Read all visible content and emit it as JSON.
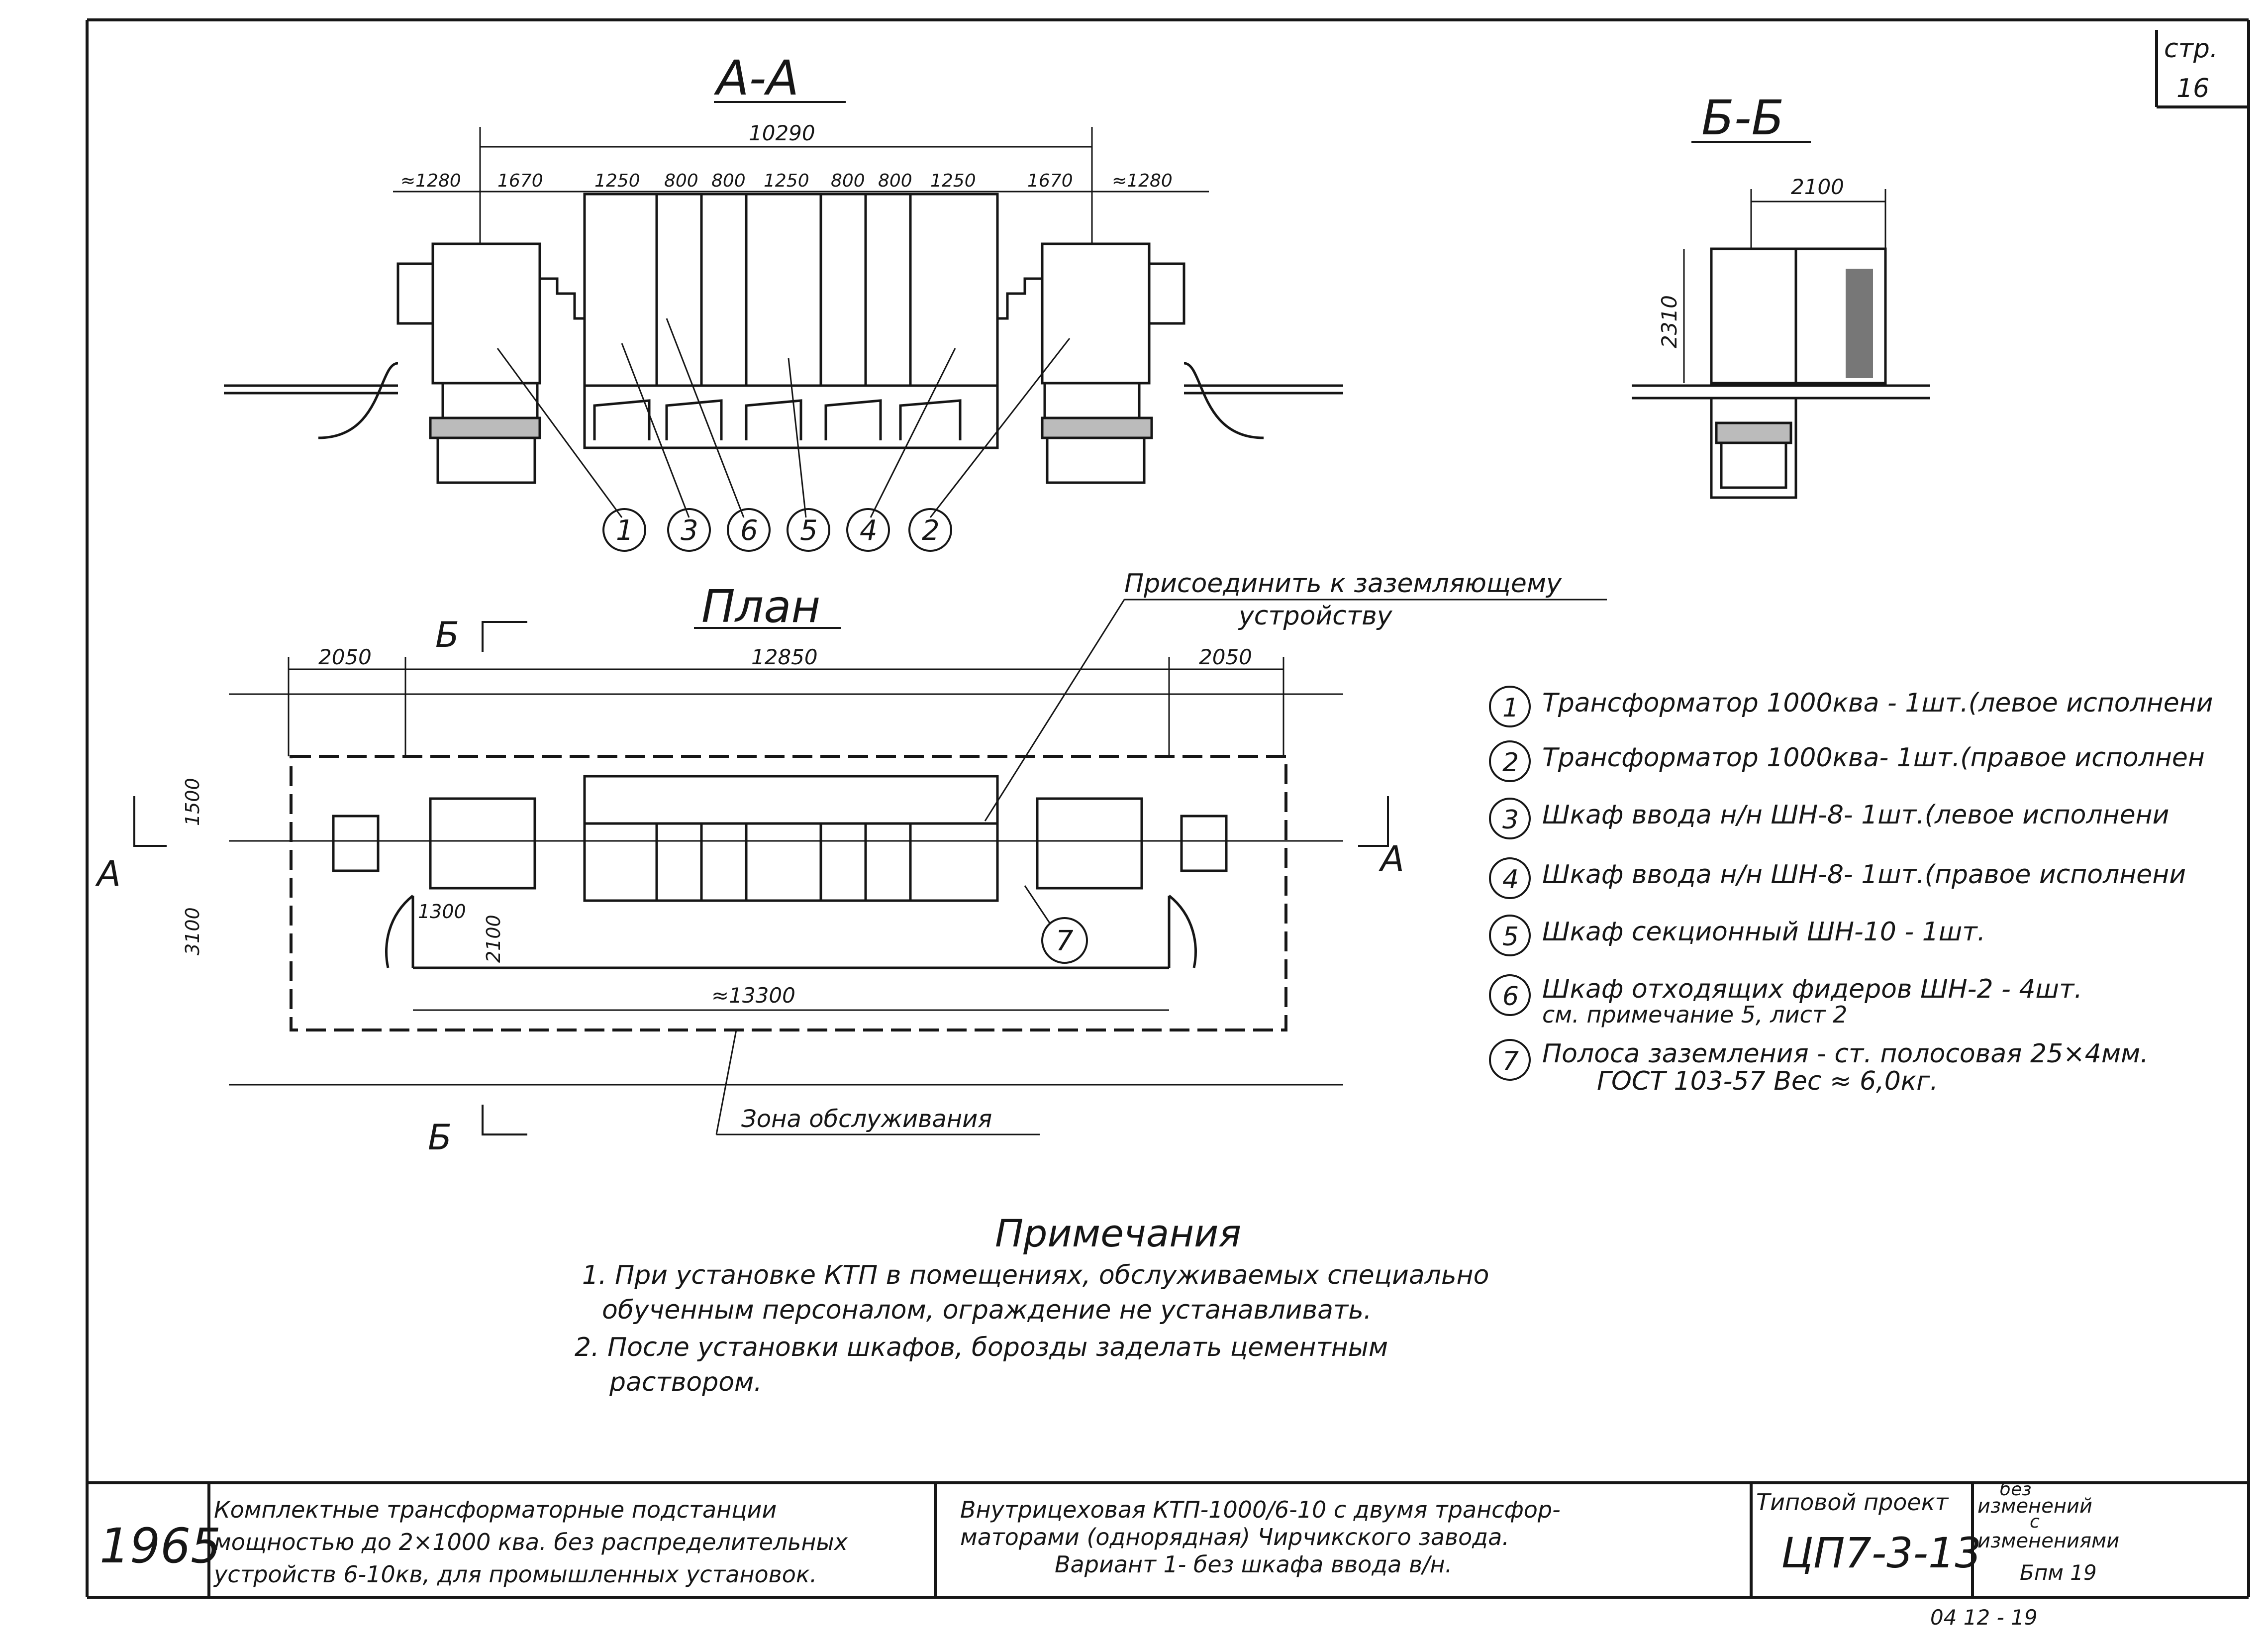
{
  "sheet": {
    "page_label": "стр.",
    "page_number": "16"
  },
  "section_aa": {
    "title": "А-А",
    "overall_dim": "10290",
    "top_dims": [
      "≈1280",
      "1670",
      "1250",
      "800",
      "800",
      "1250",
      "800",
      "800",
      "1250",
      "1670",
      "≈1280"
    ],
    "callouts": [
      "1",
      "3",
      "6",
      "5",
      "4",
      "2"
    ]
  },
  "section_bb": {
    "title": "Б-Б",
    "width_dim": "2100",
    "height_dim": "2310"
  },
  "plan": {
    "title": "План",
    "cut_b": "Б",
    "cut_a": "А",
    "dim_left": "2050",
    "dim_center": "12850",
    "dim_right": "2050",
    "dim_1500": "1500",
    "dim_3100": "3100",
    "dim_1300": "1300",
    "dim_2100": "2100",
    "dim_13300": "≈13300",
    "ground_note_line1": "Присоединить к заземляющему",
    "ground_note_line2": "устройству",
    "zone_note": "Зона обслуживания",
    "callout_7": "7"
  },
  "legend": [
    {
      "num": "1",
      "text": "Трансформатор 1000ква - 1шт.(левое исполнени"
    },
    {
      "num": "2",
      "text": "Трансформатор 1000ква- 1шт.(правое исполнен"
    },
    {
      "num": "3",
      "text": "Шкаф ввода н/н ШН-8- 1шт.(левое исполнени"
    },
    {
      "num": "4",
      "text": "Шкаф ввода н/н ШН-8- 1шт.(правое исполнени"
    },
    {
      "num": "5",
      "text": "Шкаф секционный ШН-10 - 1шт."
    },
    {
      "num": "6",
      "text": "Шкаф отходящих фидеров ШН-2 - 4шт.",
      "text2": "см. примечание 5, лист 2"
    },
    {
      "num": "7",
      "text": "Полоса заземления - ст. полосовая 25×4мм.",
      "text2": "ГОСТ 103-57  Вес ≈ 6,0кг."
    }
  ],
  "notes": {
    "title": "Примечания",
    "lines": [
      "1. При установке КТП в помещениях, обслуживаемых специально",
      "обученным персоналом, ограждение не устанавливать.",
      "2. После установки шкафов, борозды заделать цементным",
      "раствором."
    ]
  },
  "title_block": {
    "year": "1965",
    "left_lines": [
      "Комплектные трансформаторные подстанции",
      "мощностью до 2×1000 ква. без распределительных",
      "устройств 6-10кв, для промышленных установок."
    ],
    "center_lines": [
      "Внутрицеховая КТП-1000/6-10 с двумя трансфор-",
      "маторами (однорядная) Чирчикского завода.",
      "Вариант 1- без шкафа ввода в/н."
    ],
    "project_label": "Типовой проект",
    "project_code": "ЦП7-3-13",
    "stamp_lines": [
      "без",
      "изменений",
      "с",
      "изменениями"
    ],
    "sheet_mark": "Бпм 19",
    "footer_mark": "04 12 - 19"
  }
}
